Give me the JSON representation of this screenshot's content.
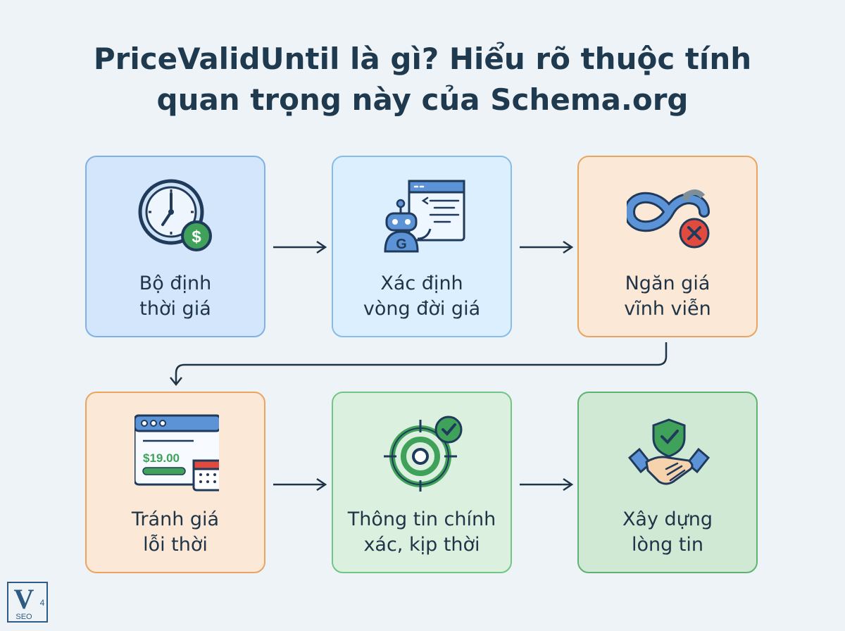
{
  "title": {
    "line1": "PriceValidUntil là gì? Hiểu rõ thuộc tính",
    "line2": "quan trọng này của Schema.org"
  },
  "steps": [
    {
      "line1": "Bộ định",
      "line2": "thời giá",
      "icon": "clock-dollar-icon"
    },
    {
      "line1": "Xác định",
      "line2": "vòng đời giá",
      "icon": "robot-code-icon"
    },
    {
      "line1": "Ngăn giá",
      "line2": "vĩnh viễn",
      "icon": "infinity-stop-icon"
    },
    {
      "line1": "Tránh giá",
      "line2": "lỗi thời",
      "icon": "price-calendar-icon",
      "price": "$19.00"
    },
    {
      "line1": "Thông tin chính",
      "line2": "xác, kịp thời",
      "icon": "target-check-icon"
    },
    {
      "line1": "Xây dựng",
      "line2": "lòng tin",
      "icon": "handshake-shield-icon"
    }
  ],
  "logo": {
    "text": "V",
    "sub": "SEO",
    "number": "4"
  },
  "colors": {
    "blue": "#d3e6fb",
    "orange": "#fbe8d7",
    "green": "#cfe9d5",
    "arrow": "#1f3447"
  }
}
